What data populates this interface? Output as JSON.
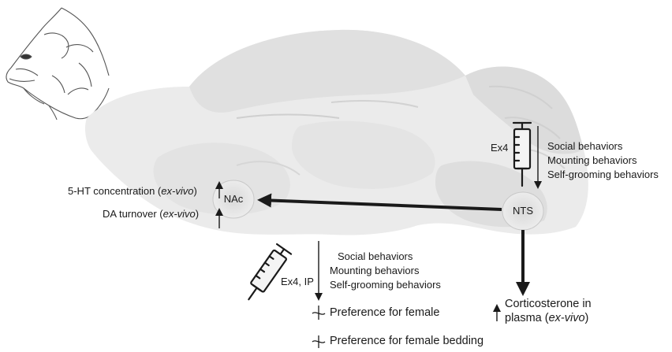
{
  "nodes": {
    "nac": "NAc",
    "nts": "NTS"
  },
  "nts_injection": {
    "drug": "Ex4",
    "effects": [
      "Social behaviors",
      "Mounting behaviors",
      "Self-grooming behaviors"
    ]
  },
  "nac_outcomes": {
    "serotonin_text": "5-HT concentration (",
    "serotonin_italic": "ex-vivo",
    "serotonin_close": ")",
    "dopamine_text": "DA turnover (",
    "dopamine_italic": "ex-vivo",
    "dopamine_close": ")"
  },
  "ip_injection": {
    "drug": "Ex4, IP",
    "effects": [
      "Social behaviors",
      "Mounting behaviors",
      "Self-grooming behaviors"
    ],
    "preferences": [
      "Preference for female",
      "Preference for female bedding"
    ]
  },
  "corticosterone": {
    "line1": "Corticosterone in",
    "line2_text": "plasma (",
    "line2_italic": "ex-vivo",
    "line2_close": ")"
  },
  "colors": {
    "brain_fill": "#e9e9e9",
    "brain_shade": "#d6d6d6",
    "arrow": "#1a1a1a",
    "node_fill": "#e2e2e2"
  }
}
